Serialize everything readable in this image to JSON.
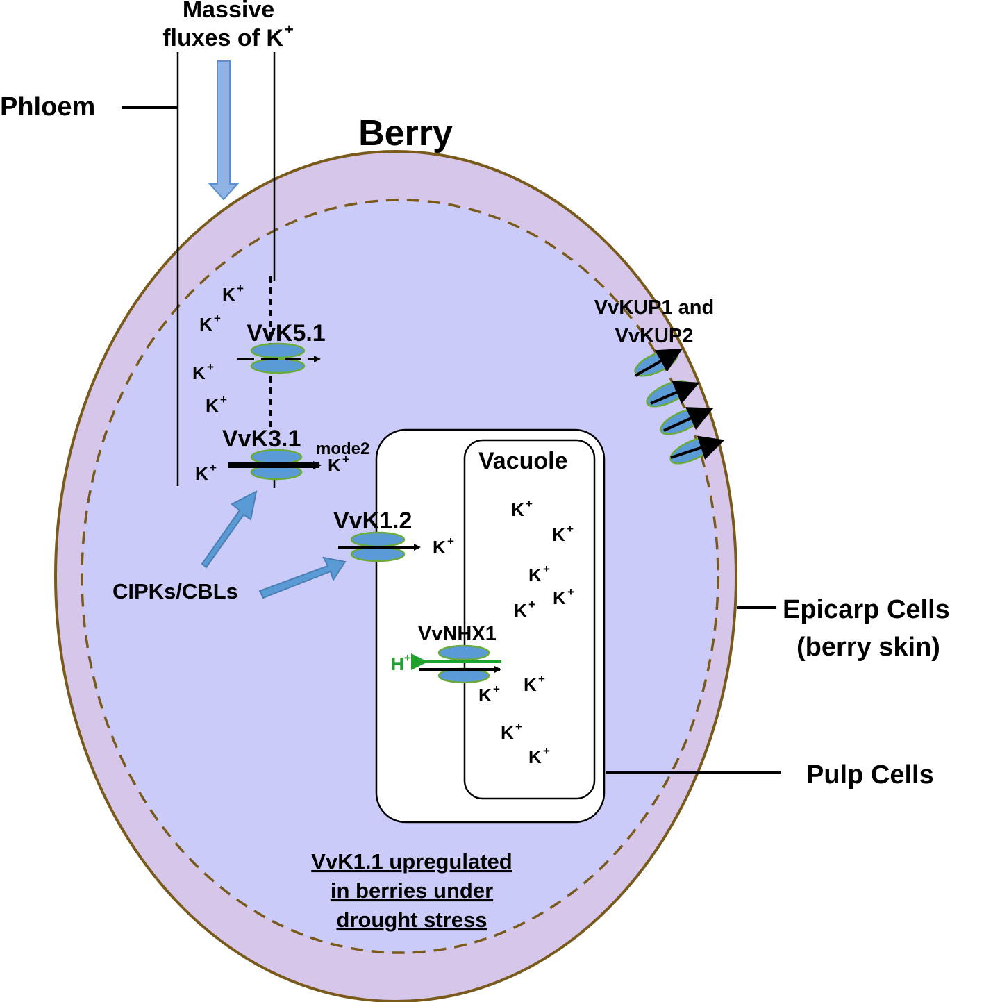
{
  "colors": {
    "epicarp_fill": "#d6c6ea",
    "epicarp_stroke": "#7a5a1a",
    "pulp_fill": "#cbcbfa",
    "dashed_stroke": "#7a5a1a",
    "channel_fill": "#5b9bd5",
    "channel_stroke": "#6aab3a",
    "signal_arrow": "#5b9bd5",
    "flux_arrow": "#8fb4e3",
    "proton_color": "#1fa22a",
    "vacuole_fill": "#ffffff"
  },
  "labels": {
    "flux_line1": "Massive",
    "flux_line2": "fluxes of K",
    "phloem": "Phloem",
    "berry": "Berry",
    "vvk51": "VvK5.1",
    "vvk31": "VvK3.1",
    "vvk31_mode": "mode2",
    "vvk12": "VvK1.2",
    "cipks": "CIPKs/CBLs",
    "vacuole": "Vacuole",
    "vvnhx1": "VvNHX1",
    "proton": "H",
    "vvkup_line1": "VvKUP1 and",
    "vvkup_line2": "VvKUP2",
    "epicarp_line1": "Epicarp Cells",
    "epicarp_line2": "(berry skin)",
    "pulp": "Pulp Cells",
    "note_line1": "VvK1.1 upregulated",
    "note_line2": "in berries under",
    "note_line3": "drought stress"
  },
  "ion_label": "K",
  "charge": "+"
}
